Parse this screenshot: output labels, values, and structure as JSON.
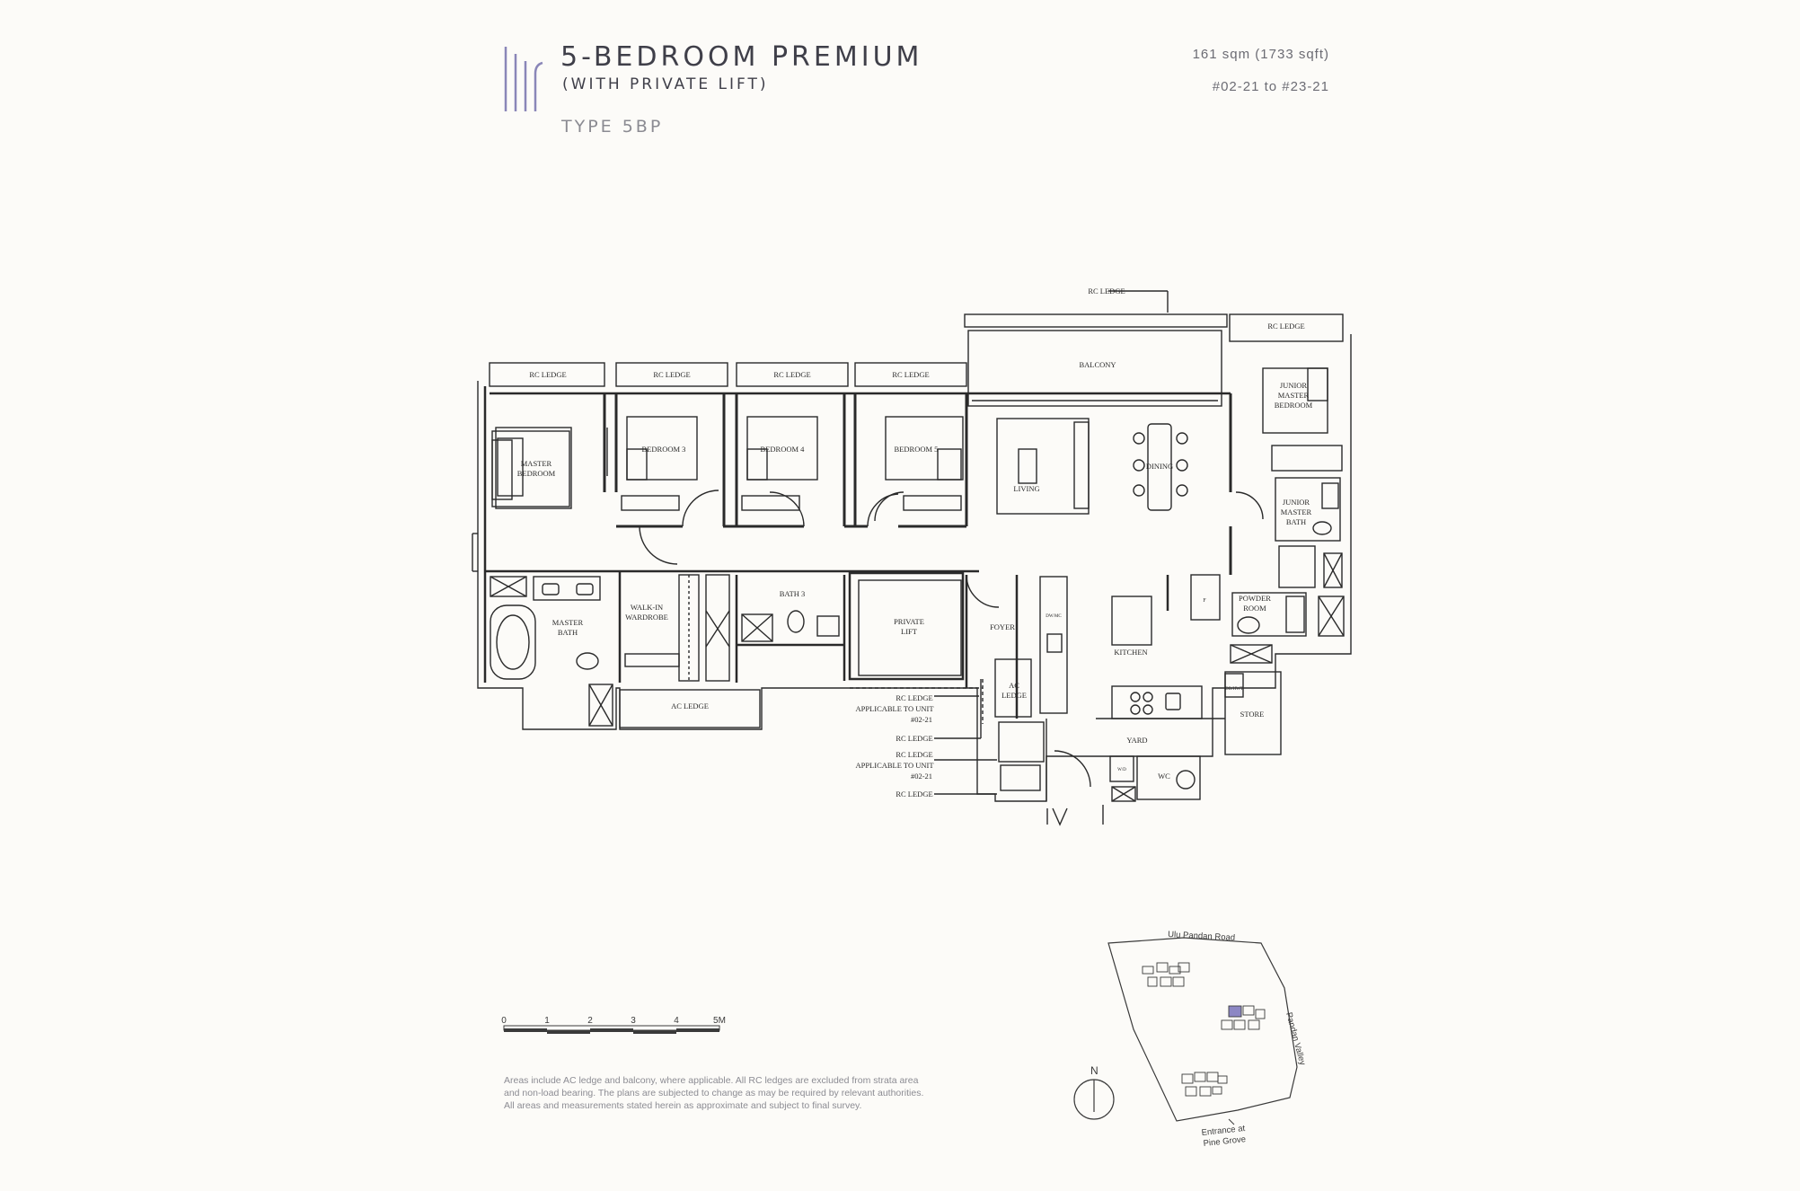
{
  "header": {
    "title": "5-BEDROOM PREMIUM",
    "subtitle": "(WITH PRIVATE LIFT)",
    "type": "TYPE 5BP",
    "area": "161 sqm (1733 sqft)",
    "units": "#02-21 to #23-21",
    "accent_color": "#8a86b8"
  },
  "plan": {
    "rc_ledge_top": "RC LEDGE",
    "rc_ledge_right": "RC LEDGE",
    "rc_ledge_1": "RC LEDGE",
    "rc_ledge_2": "RC LEDGE",
    "rc_ledge_3": "RC LEDGE",
    "rc_ledge_4": "RC LEDGE",
    "balcony": "BALCONY",
    "junior_master_bedroom": [
      "JUNIOR",
      "MASTER",
      "BEDROOM"
    ],
    "master_bedroom": [
      "MASTER",
      "BEDROOM"
    ],
    "bedroom3": "BEDROOM 3",
    "bedroom4": "BEDROOM 4",
    "bedroom5": "BEDROOM 5",
    "living": "LIVING",
    "dining": "DINING",
    "junior_master_bath": [
      "JUNIOR",
      "MASTER",
      "BATH"
    ],
    "master_bath": [
      "MASTER",
      "BATH"
    ],
    "walk_in_wardrobe": [
      "WALK-IN",
      "WARDROBE"
    ],
    "bath3": "BATH 3",
    "private_lift": [
      "PRIVATE",
      "LIFT"
    ],
    "foyer": "FOYER",
    "kitchen": "KITCHEN",
    "powder_room": [
      "POWDER",
      "ROOM"
    ],
    "ac_ledge_left": "AC LEDGE",
    "ac_ledge_mid": [
      "AC",
      "LEDGE"
    ],
    "store": "STORE",
    "yard": "YARD",
    "wc": "WC",
    "dwmc": "DW/MC",
    "wd": "W/D",
    "dbhwt": "DB/HWT",
    "fridge": "F",
    "callout_1": [
      "RC LEDGE",
      "APPLICABLE TO UNIT",
      "#02-21"
    ],
    "callout_2": "RC LEDGE",
    "callout_3": [
      "RC LEDGE",
      "APPLICABLE TO UNIT",
      "#02-21"
    ],
    "callout_4": "RC LEDGE"
  },
  "scale_bar": {
    "ticks": [
      "0",
      "1",
      "2",
      "3",
      "4",
      "5M"
    ]
  },
  "site_plan": {
    "road_top": "Ulu Pandan Road",
    "road_right": "Pandan Valley",
    "entrance": [
      "Entrance at",
      "Pine Grove"
    ],
    "north": "N",
    "highlight_color": "#8c87c4"
  },
  "disclaimer": "Areas include AC ledge and balcony, where applicable. All RC ledges are excluded from strata area and non-load bearing. The plans are subjected to change as may be required by relevant authorities. All areas and measurements stated herein as approximate and subject to final survey."
}
